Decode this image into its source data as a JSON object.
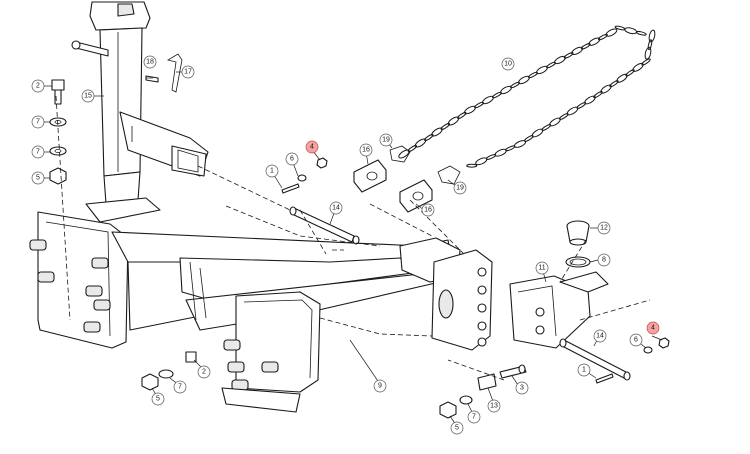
{
  "diagram": {
    "highlight_color": "#f4a3a3",
    "callouts": [
      {
        "id": "c2a",
        "label": "2",
        "highlight": false
      },
      {
        "id": "c7a",
        "label": "7",
        "highlight": false
      },
      {
        "id": "c7b",
        "label": "7",
        "highlight": false
      },
      {
        "id": "c5a",
        "label": "5",
        "highlight": false
      },
      {
        "id": "c15",
        "label": "15",
        "highlight": false
      },
      {
        "id": "c18",
        "label": "18",
        "highlight": false
      },
      {
        "id": "c17",
        "label": "17",
        "highlight": false
      },
      {
        "id": "c10",
        "label": "10",
        "highlight": false
      },
      {
        "id": "c19a",
        "label": "19",
        "highlight": false
      },
      {
        "id": "c19b",
        "label": "19",
        "highlight": false
      },
      {
        "id": "c16a",
        "label": "16",
        "highlight": false
      },
      {
        "id": "c16b",
        "label": "16",
        "highlight": false
      },
      {
        "id": "c4a",
        "label": "4",
        "highlight": true
      },
      {
        "id": "c6a",
        "label": "6",
        "highlight": false
      },
      {
        "id": "c1a",
        "label": "1",
        "highlight": false
      },
      {
        "id": "c14a",
        "label": "14",
        "highlight": false
      },
      {
        "id": "c12",
        "label": "12",
        "highlight": false
      },
      {
        "id": "c8",
        "label": "8",
        "highlight": false
      },
      {
        "id": "c11",
        "label": "11",
        "highlight": false
      },
      {
        "id": "c4b",
        "label": "4",
        "highlight": true
      },
      {
        "id": "c6b",
        "label": "6",
        "highlight": false
      },
      {
        "id": "c14b",
        "label": "14",
        "highlight": false
      },
      {
        "id": "c1b",
        "label": "1",
        "highlight": false
      },
      {
        "id": "c3",
        "label": "3",
        "highlight": false
      },
      {
        "id": "c13",
        "label": "13",
        "highlight": false
      },
      {
        "id": "c7c",
        "label": "7",
        "highlight": false
      },
      {
        "id": "c5b",
        "label": "5",
        "highlight": false
      },
      {
        "id": "c9",
        "label": "9",
        "highlight": false
      },
      {
        "id": "c2b",
        "label": "2",
        "highlight": false
      },
      {
        "id": "c7d",
        "label": "7",
        "highlight": false
      },
      {
        "id": "c5c",
        "label": "5",
        "highlight": false
      }
    ]
  }
}
